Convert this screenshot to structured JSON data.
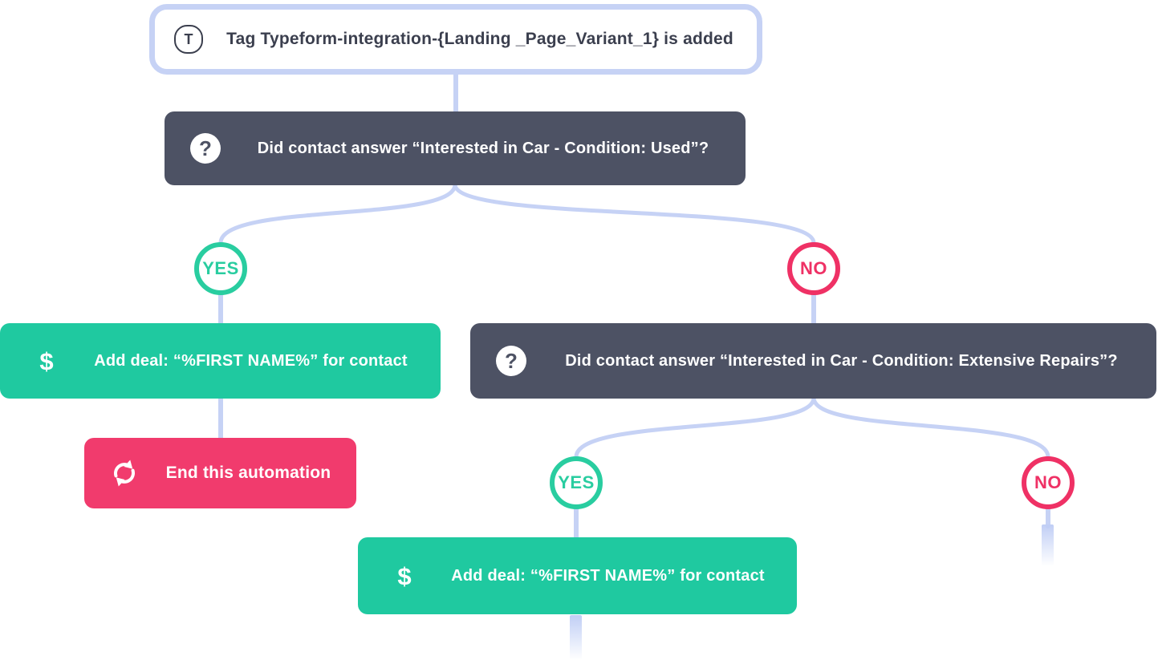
{
  "colors": {
    "connector": "#c6d2f5",
    "node_dark": "#4d5264",
    "node_green": "#1fc9a0",
    "node_pink": "#f13b6d",
    "yes_green": "#29cda0",
    "no_pink": "#ef3165",
    "trigger_text": "#3b3f4e"
  },
  "trigger": {
    "icon": "tag-icon",
    "icon_glyph": "T",
    "label": "Tag Typeform-integration-{Landing _Page_Variant_1} is added"
  },
  "question1": {
    "icon": "question-icon",
    "icon_glyph": "?",
    "label": "Did contact answer “Interested in Car - Condition: Used”?"
  },
  "branch1": {
    "yes": "YES",
    "no": "NO"
  },
  "deal1": {
    "icon": "dollar-icon",
    "icon_glyph": "$",
    "label": "Add deal: “%FIRST NAME%” for contact"
  },
  "end_automation": {
    "icon": "sync-icon",
    "label": "End this automation"
  },
  "question2": {
    "icon": "question-icon",
    "icon_glyph": "?",
    "label": "Did contact answer “Interested in Car - Condition: Extensive Repairs”?"
  },
  "branch2": {
    "yes": "YES",
    "no": "NO"
  },
  "deal2": {
    "icon": "dollar-icon",
    "icon_glyph": "$",
    "label": "Add deal: “%FIRST NAME%” for contact"
  }
}
